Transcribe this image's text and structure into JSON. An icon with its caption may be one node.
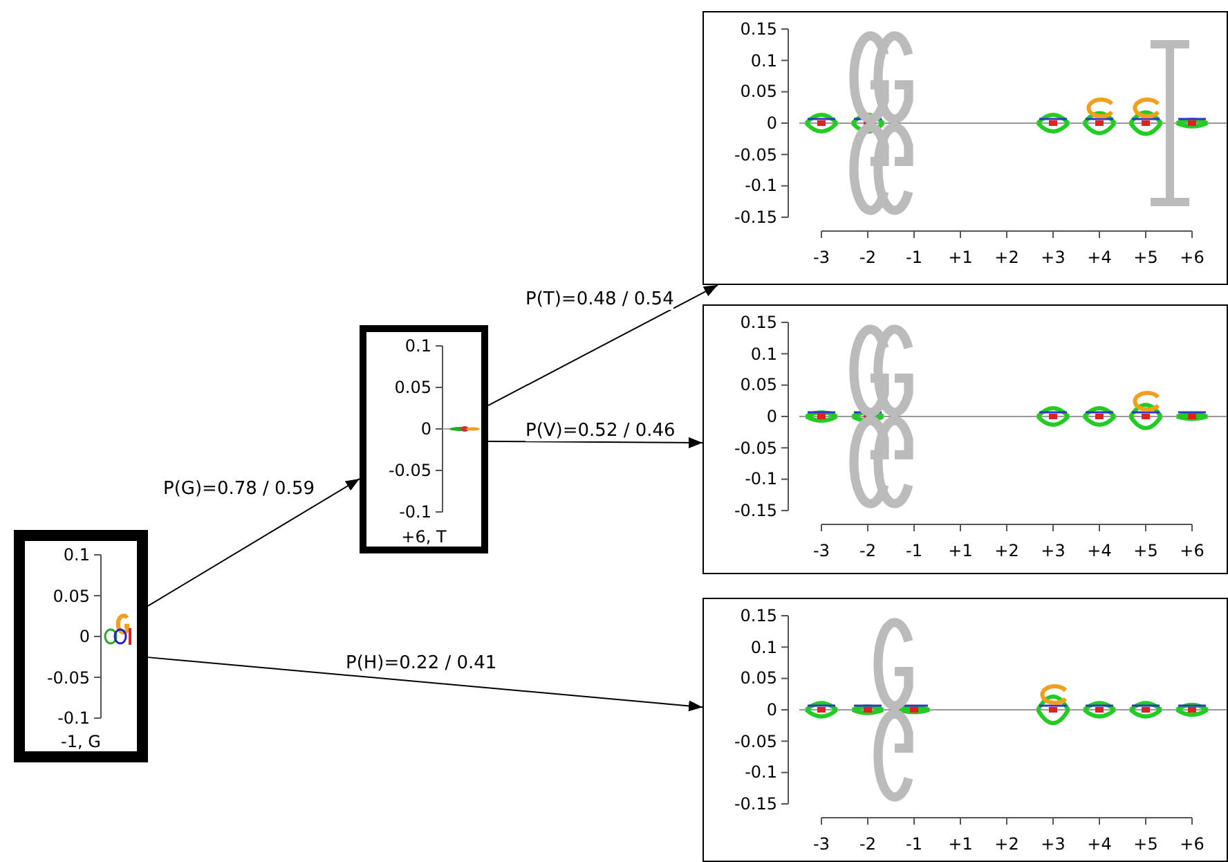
{
  "diagram": {
    "nodes": [
      {
        "text": [
          "0.1",
          "0.05",
          "0",
          "-0.05",
          "-0.1",
          "-1, G"
        ]
      },
      {
        "text": [
          "0.1",
          "0.05",
          "0",
          "-0.05",
          "-0.1",
          "+6, T"
        ]
      },
      {
        "text": [
          "0.15",
          "0.1",
          "0.05",
          "0",
          "-0.05",
          "-0.1",
          "-0.15",
          "-3",
          "-2",
          "-1",
          "+1",
          "+2",
          "+3",
          "+4",
          "+5",
          "+6"
        ]
      },
      {
        "text": [
          "0.15",
          "0.1",
          "0.05",
          "0",
          "-0.05",
          "-0.1",
          "-0.15",
          "-3",
          "-2",
          "-1",
          "+1",
          "+2",
          "+3",
          "+4",
          "+5",
          "+6"
        ]
      },
      {
        "text": [
          "0.15",
          "0.1",
          "0.05",
          "0",
          "-0.05",
          "-0.1",
          "-0.15",
          "-3",
          "-2",
          "-1",
          "+1",
          "+2",
          "+3",
          "+4",
          "+5",
          "+6"
        ]
      }
    ],
    "edges": [
      {
        "from": 0,
        "to": 1,
        "arrow": "to",
        "label": "P(G)=0.78 / 0.59"
      },
      {
        "from": 0,
        "to": 4,
        "arrow": "to",
        "label": "P(H)=0.22 / 0.41"
      },
      {
        "from": 1,
        "to": 2,
        "arrow": "to",
        "label": "P(T)=0.48 / 0.54"
      },
      {
        "from": 1,
        "to": 3,
        "arrow": "to",
        "label": "P(V)=0.52 / 0.46"
      }
    ]
  }
}
